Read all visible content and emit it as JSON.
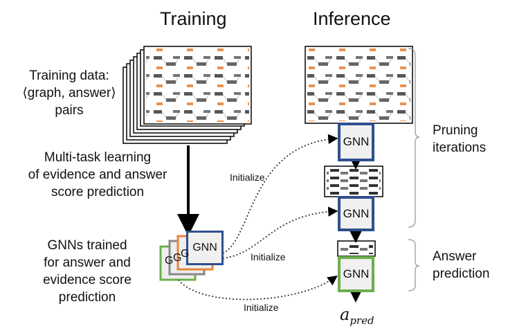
{
  "headings": {
    "training": "Training",
    "inference": "Inference"
  },
  "training": {
    "data_label": [
      "Training data:",
      "⟨graph, answer⟩",
      "pairs"
    ],
    "learning_label": [
      "Multi-task learning",
      "of evidence and answer",
      "score prediction"
    ],
    "gnn_label": [
      "GNNs trained",
      "for answer and",
      "evidence score",
      "prediction"
    ],
    "stack_letter": "G",
    "gnn": "GNN"
  },
  "inference": {
    "gnn1": "GNN",
    "gnn2": "GNN",
    "gnn3": "GNN",
    "output_symbol": "a",
    "output_subscript": "pred"
  },
  "initialize_labels": [
    "Initialize",
    "Initialize",
    "Initialize"
  ],
  "brackets": {
    "pruning": [
      "Pruning",
      "iterations"
    ],
    "answer": [
      "Answer",
      "prediction"
    ]
  },
  "colors": {
    "blue": "#2f4f8f",
    "orange": "#e8843a",
    "green": "#6ab04c",
    "gray": "#888888"
  }
}
